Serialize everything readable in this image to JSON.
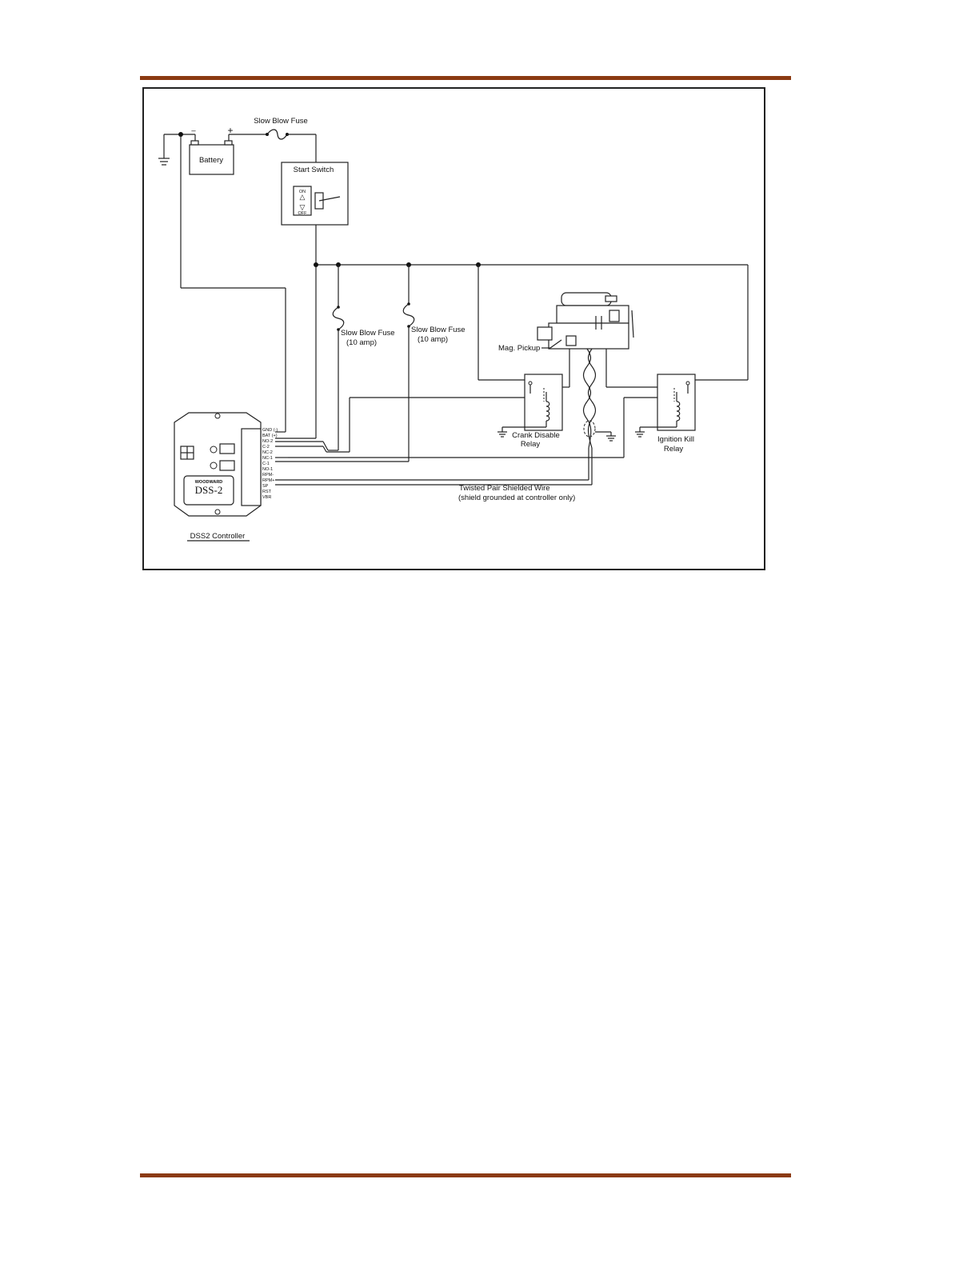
{
  "labels": {
    "slow_blow_fuse_main": "Slow Blow Fuse",
    "battery": "Battery",
    "battery_minus": "–",
    "battery_plus": "+",
    "start_switch": "Start Switch",
    "switch_on": "ON",
    "switch_off": "OFF",
    "fuse1_title": "Slow Blow Fuse",
    "fuse1_rating": "(10 amp)",
    "fuse2_title": "Slow Blow Fuse",
    "fuse2_rating": "(10 amp)",
    "mag_pickup": "Mag. Pickup",
    "crank_relay_line1": "Crank Disable",
    "crank_relay_line2": "Relay",
    "ignition_relay_line1": "Ignition Kill",
    "ignition_relay_line2": "Relay",
    "twisted_pair_line1": "Twisted Pair Shielded Wire",
    "twisted_pair_line2": "(shield grounded at controller only)",
    "controller_caption": "DSS2 Controller",
    "controller_brand": "WOODWARD",
    "controller_model": "DSS-2"
  },
  "terminals": [
    "GND (-)",
    "BAT (+)",
    "NO-2",
    "C-2",
    "NC-2",
    "NC-1",
    "C-1",
    "NO-1",
    "RPM-",
    "RPM+",
    "SP",
    "RST",
    "VBR"
  ],
  "colors": {
    "rule": "#8b3a12",
    "line": "#222222"
  }
}
